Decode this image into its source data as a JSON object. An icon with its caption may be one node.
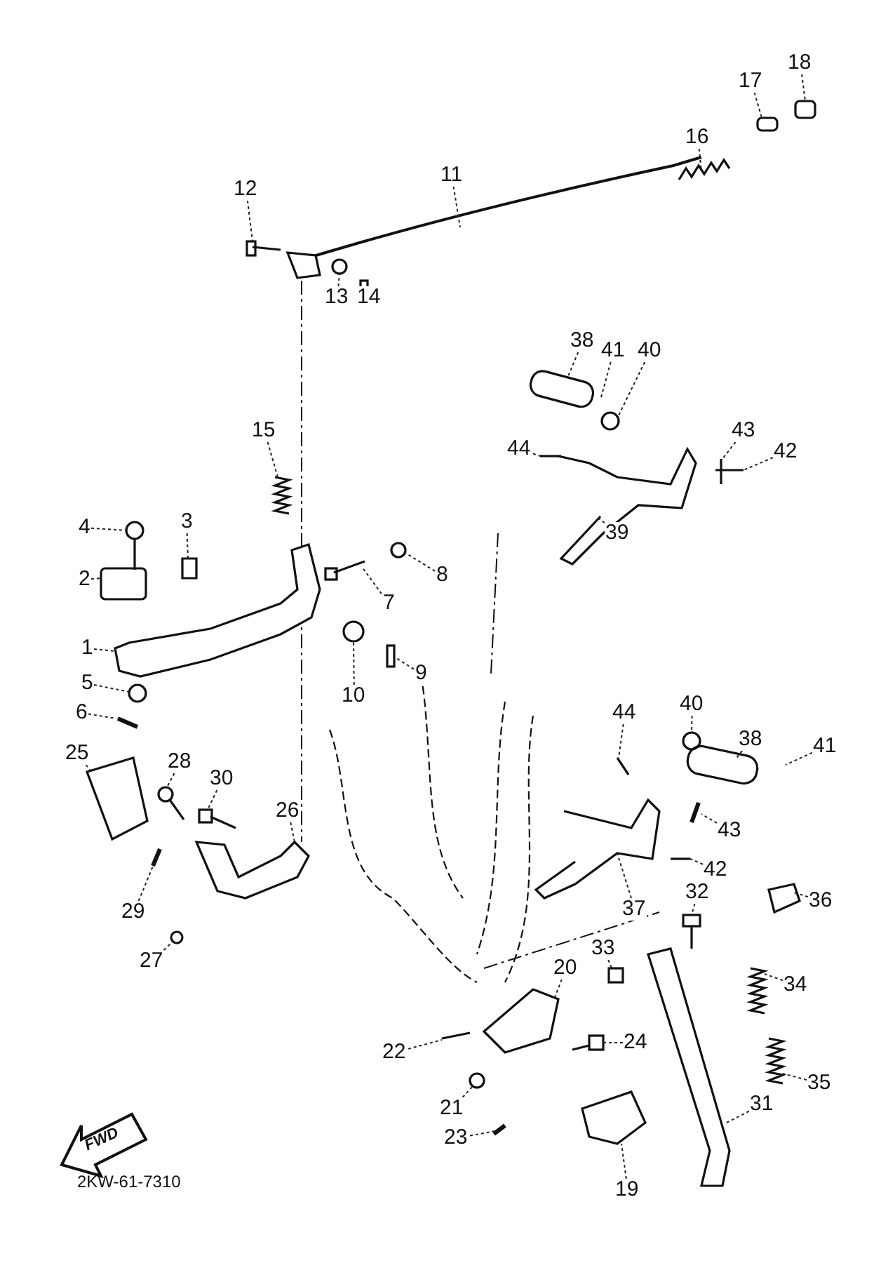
{
  "diagram": {
    "nodes": [
      {
        "text": [
          "18"
        ]
      },
      {
        "text": [
          "17"
        ]
      },
      {
        "text": [
          "16"
        ]
      },
      {
        "text": [
          "11"
        ]
      },
      {
        "text": [
          "12"
        ]
      },
      {
        "text": [
          "13"
        ]
      },
      {
        "text": [
          "14"
        ]
      },
      {
        "text": [
          "38"
        ]
      },
      {
        "text": [
          "41"
        ]
      },
      {
        "text": [
          "40"
        ]
      },
      {
        "text": [
          "15"
        ]
      },
      {
        "text": [
          "43"
        ]
      },
      {
        "text": [
          "44"
        ]
      },
      {
        "text": [
          "42"
        ]
      },
      {
        "text": [
          "3"
        ]
      },
      {
        "text": [
          "4"
        ]
      },
      {
        "text": [
          "39"
        ]
      },
      {
        "text": [
          "8"
        ]
      },
      {
        "text": [
          "2"
        ]
      },
      {
        "text": [
          "7"
        ]
      },
      {
        "text": [
          "1"
        ]
      },
      {
        "text": [
          "9"
        ]
      },
      {
        "text": [
          "5"
        ]
      },
      {
        "text": [
          "10"
        ]
      },
      {
        "text": [
          "40"
        ]
      },
      {
        "text": [
          "6"
        ]
      },
      {
        "text": [
          "44"
        ]
      },
      {
        "text": [
          "38"
        ]
      },
      {
        "text": [
          "41"
        ]
      },
      {
        "text": [
          "25"
        ]
      },
      {
        "text": [
          "28"
        ]
      },
      {
        "text": [
          "30"
        ]
      },
      {
        "text": [
          "26"
        ]
      },
      {
        "text": [
          "43"
        ]
      },
      {
        "text": [
          "42"
        ]
      },
      {
        "text": [
          "32"
        ]
      },
      {
        "text": [
          "36"
        ]
      },
      {
        "text": [
          "37"
        ]
      },
      {
        "text": [
          "29"
        ]
      },
      {
        "text": [
          "33"
        ]
      },
      {
        "text": [
          "27"
        ]
      },
      {
        "text": [
          "20"
        ]
      },
      {
        "text": [
          "34"
        ]
      },
      {
        "text": [
          "24"
        ]
      },
      {
        "text": [
          "22"
        ]
      },
      {
        "text": [
          "35"
        ]
      },
      {
        "text": [
          "31"
        ]
      },
      {
        "text": [
          "21"
        ]
      },
      {
        "text": [
          "23"
        ]
      },
      {
        "text": [
          "19"
        ]
      }
    ],
    "edges": [
      {
        "from": 0,
        "to": null,
        "arrow": "none"
      },
      {
        "from": 1,
        "to": null,
        "arrow": "none"
      },
      {
        "from": 2,
        "to": null,
        "arrow": "none"
      },
      {
        "from": 3,
        "to": null,
        "arrow": "none"
      },
      {
        "from": 4,
        "to": null,
        "arrow": "none"
      },
      {
        "from": 5,
        "to": null,
        "arrow": "none"
      },
      {
        "from": 6,
        "to": null,
        "arrow": "none"
      },
      {
        "from": 7,
        "to": null,
        "arrow": "none"
      },
      {
        "from": 8,
        "to": null,
        "arrow": "none"
      },
      {
        "from": 9,
        "to": null,
        "arrow": "none"
      },
      {
        "from": 10,
        "to": null,
        "arrow": "none"
      },
      {
        "from": 11,
        "to": null,
        "arrow": "none"
      },
      {
        "from": 12,
        "to": null,
        "arrow": "none"
      },
      {
        "from": 13,
        "to": null,
        "arrow": "none"
      },
      {
        "from": 14,
        "to": null,
        "arrow": "none"
      },
      {
        "from": 15,
        "to": null,
        "arrow": "none"
      },
      {
        "from": 16,
        "to": null,
        "arrow": "none"
      },
      {
        "from": 17,
        "to": null,
        "arrow": "none"
      },
      {
        "from": 18,
        "to": null,
        "arrow": "none"
      },
      {
        "from": 19,
        "to": null,
        "arrow": "none"
      },
      {
        "from": 20,
        "to": null,
        "arrow": "none"
      },
      {
        "from": 21,
        "to": null,
        "arrow": "none"
      },
      {
        "from": 22,
        "to": null,
        "arrow": "none"
      },
      {
        "from": 23,
        "to": null,
        "arrow": "none"
      },
      {
        "from": 24,
        "to": null,
        "arrow": "none"
      },
      {
        "from": 25,
        "to": null,
        "arrow": "none"
      },
      {
        "from": 26,
        "to": null,
        "arrow": "none"
      },
      {
        "from": 27,
        "to": null,
        "arrow": "none"
      },
      {
        "from": 28,
        "to": null,
        "arrow": "none"
      },
      {
        "from": 29,
        "to": null,
        "arrow": "none"
      },
      {
        "from": 30,
        "to": null,
        "arrow": "none"
      },
      {
        "from": 31,
        "to": null,
        "arrow": "none"
      },
      {
        "from": 32,
        "to": null,
        "arrow": "none"
      },
      {
        "from": 33,
        "to": null,
        "arrow": "none"
      },
      {
        "from": 34,
        "to": null,
        "arrow": "none"
      },
      {
        "from": 35,
        "to": null,
        "arrow": "none"
      },
      {
        "from": 36,
        "to": null,
        "arrow": "none"
      },
      {
        "from": 37,
        "to": null,
        "arrow": "none"
      },
      {
        "from": 38,
        "to": null,
        "arrow": "none"
      },
      {
        "from": 39,
        "to": null,
        "arrow": "none"
      },
      {
        "from": 40,
        "to": null,
        "arrow": "none"
      },
      {
        "from": 41,
        "to": null,
        "arrow": "none"
      },
      {
        "from": 42,
        "to": null,
        "arrow": "none"
      },
      {
        "from": 43,
        "to": null,
        "arrow": "none"
      },
      {
        "from": 44,
        "to": null,
        "arrow": "none"
      },
      {
        "from": 45,
        "to": null,
        "arrow": "none"
      },
      {
        "from": 46,
        "to": null,
        "arrow": "none"
      },
      {
        "from": 47,
        "to": null,
        "arrow": "none"
      },
      {
        "from": 48,
        "to": null,
        "arrow": "none"
      },
      {
        "from": 49,
        "to": null,
        "arrow": "none"
      }
    ],
    "labels": [
      "FWD",
      "2KW-61-7310"
    ]
  }
}
